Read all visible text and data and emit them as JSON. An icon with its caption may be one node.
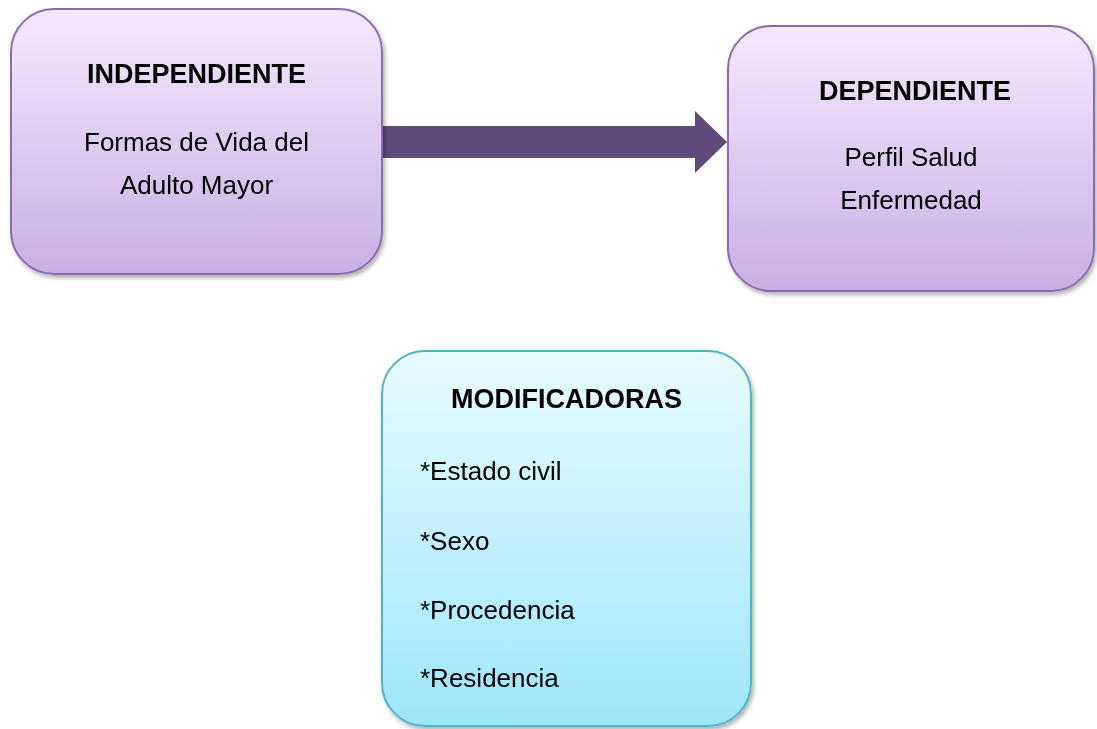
{
  "diagram": {
    "nodes": [
      {
        "text": [
          "INDEPENDIENTE",
          "Formas de Vida del Adulto Mayor"
        ]
      },
      {
        "text": [
          "DEPENDIENTE",
          "Perfil Salud Enfermedad"
        ]
      },
      {
        "text": [
          "MODIFICADORAS",
          "*Estado civil",
          "*Sexo",
          "*Procedencia",
          "*Residencia"
        ]
      }
    ],
    "edges": [
      {
        "from": 0,
        "to": 1,
        "arrow": "to",
        "color": "#604a7b"
      }
    ]
  }
}
